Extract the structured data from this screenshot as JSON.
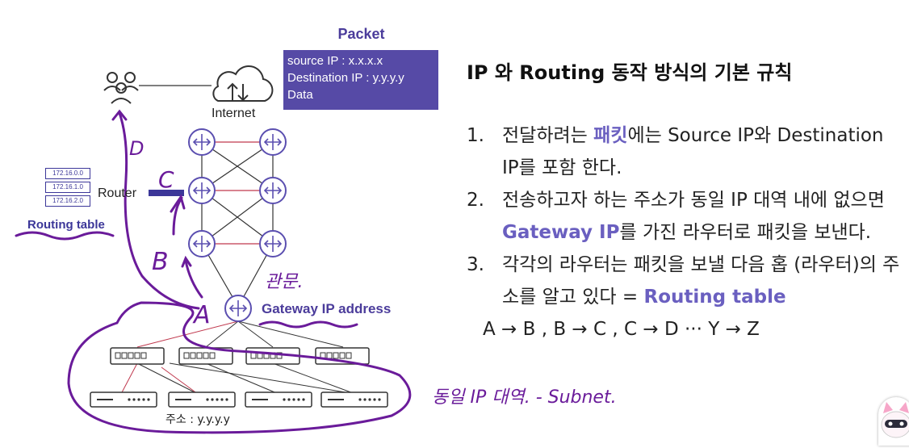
{
  "packet": {
    "title": "Packet",
    "lines": [
      "source IP : x.x.x.x",
      "Destination IP : y.y.y.y",
      "Data"
    ]
  },
  "diagram": {
    "internet_label": "Internet",
    "router_label": "Router",
    "routing_table_label": "Routing table",
    "routing_table_entries": [
      "172.16.0.0",
      "172.16.1.0",
      "172.16.2.0"
    ],
    "gateway_label": "Gateway IP address",
    "address_label": "주소 : y.y.y.y"
  },
  "content": {
    "heading": "IP 와 Routing 동작 방식의 기본 규칙",
    "rules": [
      {
        "num": "1.",
        "pre": "전달하려는 ",
        "highlight": "패킷",
        "post": "에는 Source IP와 Destination IP를 포함 한다."
      },
      {
        "num": "2.",
        "pre": "전송하고자 하는 주소가 동일 IP 대역 내에 없으면 ",
        "highlight": "Gateway IP",
        "post": "를 가진 라우터로 패킷을 보낸다."
      },
      {
        "num": "3.",
        "pre": "각각의 라우터는 패킷을 보낼 다음 홉 (라우터)의 주소를 알고 있다 = ",
        "highlight": "Routing table",
        "post": ""
      }
    ],
    "route_sequence": "A → B , B → C , C → D ··· Y → Z"
  },
  "annotations": {
    "d": "D",
    "c": "C",
    "b": "B",
    "a": "A",
    "gwanmun": "관문.",
    "subnet_note": "동일 IP 대역. - Subnet."
  },
  "colors": {
    "accent": "#564aa6",
    "ink": "#6a1b9a",
    "router_stroke": "#5b4fb0",
    "link_red": "#c0394e"
  }
}
